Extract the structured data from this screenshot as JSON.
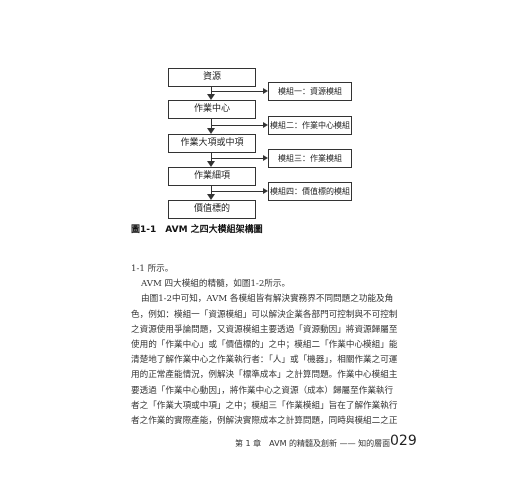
{
  "diagram": {
    "main_boxes": [
      "資源",
      "作業中心",
      "作業大項或中項",
      "作業細項",
      "價值標的"
    ],
    "module_boxes": [
      "模組一：資源模組",
      "模組二：作業中心模組",
      "模組三：作業模組",
      "模組四：價值標的模組"
    ]
  },
  "figure": {
    "caption": "圖1-1　AVM 之四大模組架構圖"
  },
  "body": {
    "lines": [
      "1-1 所示。",
      "AVM 四大模組的精髓，如圖1-2所示。",
      "由圖1-2中可知，AVM 各模組皆有解決實務界不同問題之功能及角",
      "色，例如：模組一「資源模組」可以解決企業各部門可控制與不可控制",
      "之資源使用爭論問題，又資源模組主要透過「資源動因」將資源歸屬至",
      "使用的「作業中心」或「價值標的」之中；模組二「作業中心模組」能",
      "清楚地了解作業中心之作業執行者：「人」或「機器」，相關作業之可運",
      "用的正常產能情況，例解決「標準成本」之計算問題。作業中心模組主",
      "要透過「作業中心動因」，將作業中心之資源（成本）歸屬至作業執行",
      "者之「作業大項或中項」之中；模組三「作業模組」旨在了解作業執行",
      "者之作業的實際產能，例解決實際成本之計算問題，同時與模組二之正"
    ]
  },
  "footer": {
    "chapter": "第 1 章　AVM 的精髓及創新 —— 知的層面",
    "page_number": "029"
  }
}
